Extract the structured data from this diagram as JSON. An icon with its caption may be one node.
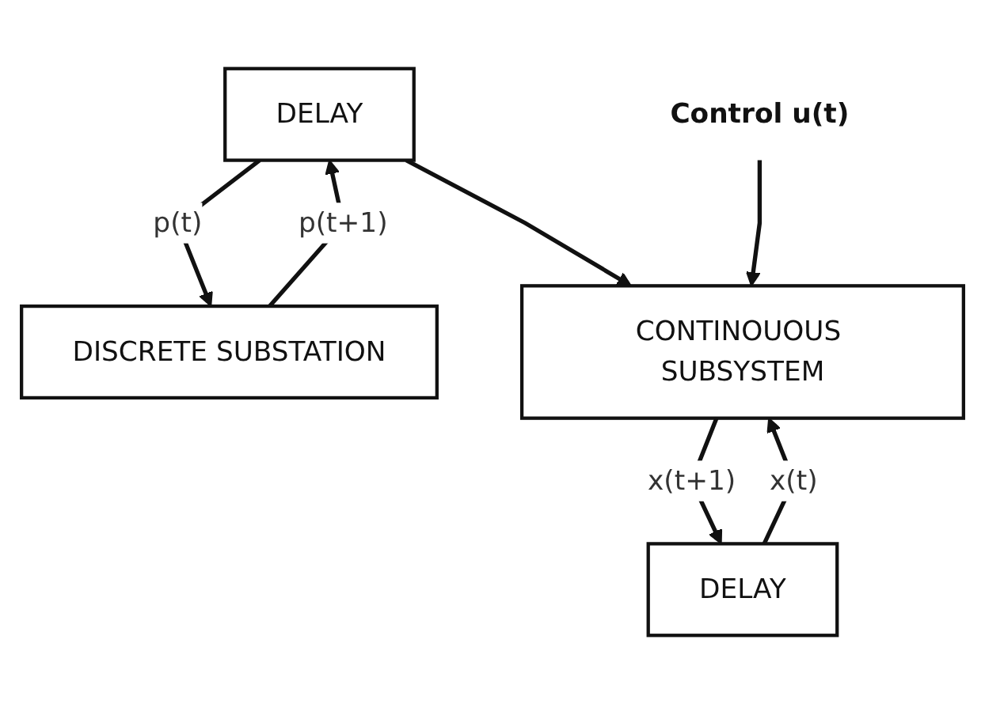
{
  "diagram": {
    "nodes": [
      {
        "text": [
          "DELAY"
        ]
      },
      {
        "text": [
          "DISCRETE SUBSTATION"
        ]
      },
      {
        "text": [
          "Control u(t)"
        ]
      },
      {
        "text": [
          "CONTINOUOUS SUBSYSTEM"
        ]
      },
      {
        "text": [
          "DELAY"
        ]
      }
    ],
    "edges": [
      {
        "from": 1,
        "to": 0,
        "arrow": "to",
        "label": "p(t+1)"
      },
      {
        "from": 0,
        "to": 1,
        "arrow": "to",
        "label": "p(t)"
      },
      {
        "from": 0,
        "to": 3,
        "arrow": "to"
      },
      {
        "from": 2,
        "to": 3,
        "arrow": "to"
      },
      {
        "from": 3,
        "to": 4,
        "arrow": "to",
        "label": "x(t+1)"
      },
      {
        "from": 4,
        "to": 3,
        "arrow": "to",
        "label": "x(t)"
      }
    ]
  }
}
